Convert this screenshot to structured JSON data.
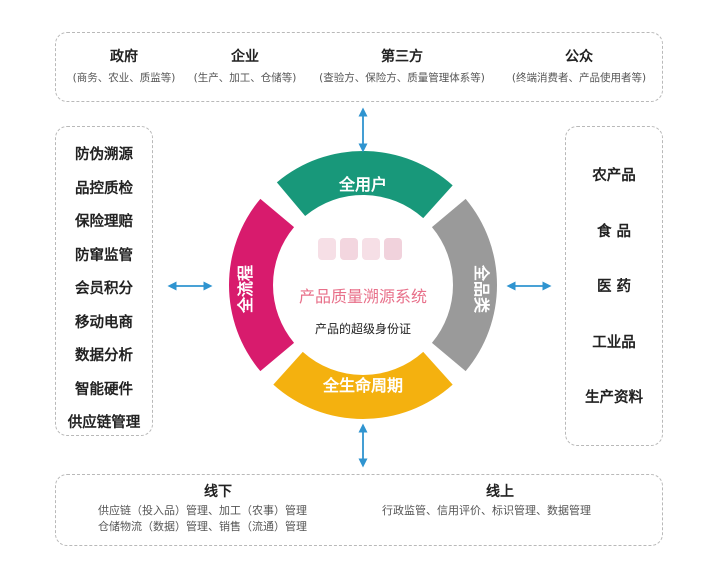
{
  "stakeholders": [
    {
      "title": "政府",
      "desc": "(商务、农业、质监等)"
    },
    {
      "title": "企业",
      "desc": "(生产、加工、仓储等)"
    },
    {
      "title": "第三方",
      "desc": "(查验方、保险方、质量管理体系等)"
    },
    {
      "title": "公众",
      "desc": "(终端消费者、产品使用者等)"
    }
  ],
  "left_list": [
    "防伪溯源",
    "品控质检",
    "保险理赔",
    "防窜监管",
    "会员积分",
    "移动电商",
    "数据分析",
    "智能硬件",
    "供应链管理"
  ],
  "right_list": [
    "农产品",
    "食 品",
    "医 药",
    "工业品",
    "生产资料"
  ],
  "ring": {
    "top": "全用户",
    "right": "全品类",
    "bottom": "全生命周期",
    "left": "全流程"
  },
  "center": {
    "title": "产品质量溯源系统",
    "subtitle": "产品的超级身份证"
  },
  "bottom": {
    "offline": {
      "title": "线下",
      "lines": [
        "供应链（投入品）管理、加工（农事）管理",
        "仓储物流（数据）管理、销售（流通）管理"
      ]
    },
    "online": {
      "title": "线上",
      "lines": [
        "行政监管、信用评价、标识管理、数据管理"
      ]
    }
  },
  "colors": {
    "top": "#18987a",
    "right": "#9a9a9a",
    "bottom": "#f4b10f",
    "left": "#d81b6d",
    "arrow": "#2f94d0"
  },
  "icons": [
    "double-arrow-vertical-icon",
    "double-arrow-horizontal-icon"
  ]
}
